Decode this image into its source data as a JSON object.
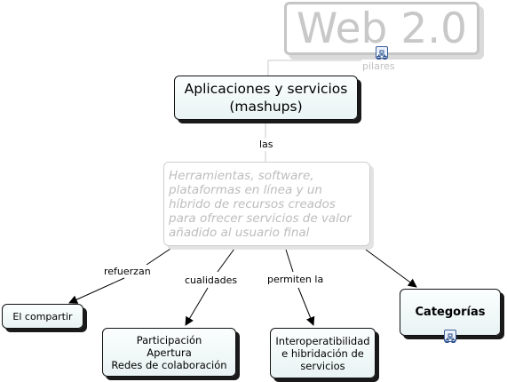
{
  "nodes": {
    "web": "Web 2.0",
    "apps": "Aplicaciones y servicios\n(mashups)",
    "desc": "Herramientas, software,\nplataformas en línea y un\nhíbrido de recursos creados\npara ofrecer servicios de valor\nañadido al usuario final",
    "compartir": "El compartir",
    "participacion": "Participación\nApertura\nRedes de colaboración",
    "interop": "Interoperatibilidad\ne hibridación de\nservicios",
    "categorias": "Categorías"
  },
  "links": {
    "pilares": "pilares",
    "las": "las",
    "refuerzan": "refuerzan",
    "cualidades": "cualidades",
    "permiten": "permiten la"
  },
  "icons": {
    "web_node": "concept-map-icon",
    "categorias_node": "concept-map-icon"
  },
  "colors": {
    "node_fill": "#eef6f6",
    "faded": "#c0c0c0",
    "icon_border": "#3b5f9a"
  }
}
